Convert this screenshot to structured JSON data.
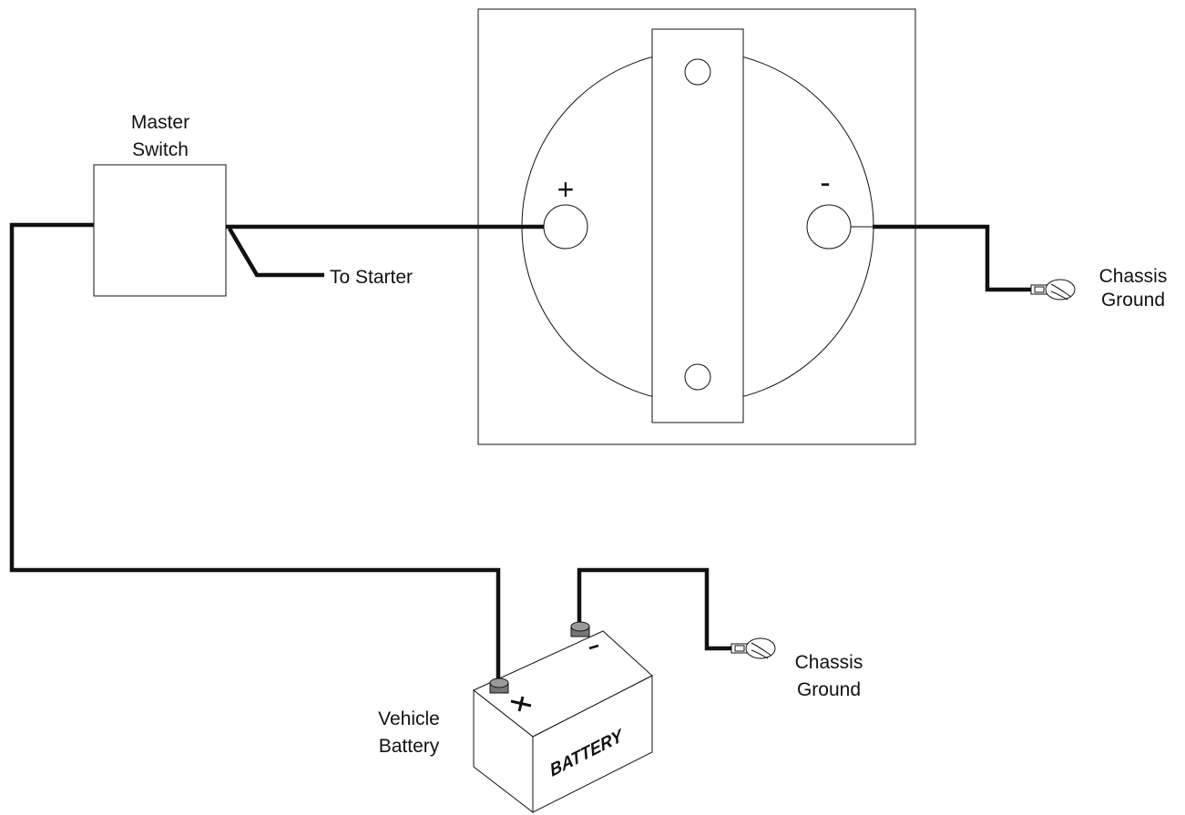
{
  "labels": {
    "master_switch_line1": "Master",
    "master_switch_line2": "Switch",
    "to_starter": "To Starter",
    "chassis_ground_line1": "Chassis",
    "chassis_ground_line2": "Ground",
    "vehicle_battery_line1": "Vehicle",
    "vehicle_battery_line2": "Battery",
    "battery_text": "BATTERY",
    "plus_symbol": "+",
    "minus_symbol": "-"
  },
  "colors": {
    "line": "#111111",
    "background": "#ffffff",
    "terminal_cap": "#777777"
  }
}
